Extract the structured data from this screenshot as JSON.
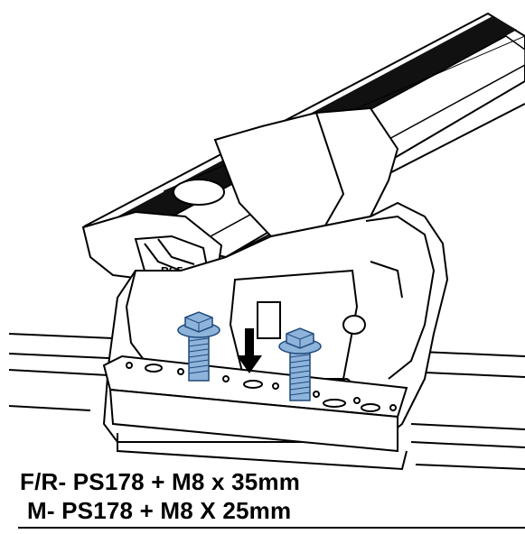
{
  "labels": {
    "part_code": "PS5"
  },
  "captions": [
    "F/R- PS178 + M8 x 35mm",
    " M- PS178 + M8 X 25mm"
  ],
  "colors": {
    "bolt_fill": "#8fb4dc",
    "bolt_stroke": "#1f4a7a",
    "bar_black": "#111111",
    "line": "#000000"
  },
  "icons": {
    "arrow": "down-arrow-icon"
  }
}
